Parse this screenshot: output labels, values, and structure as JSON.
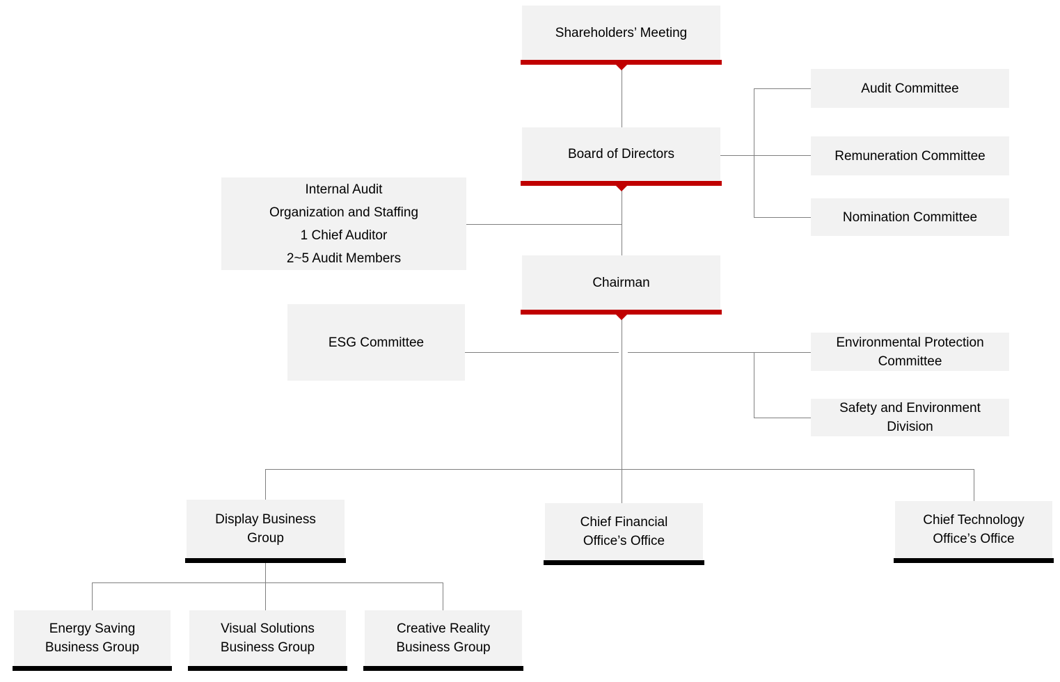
{
  "colors": {
    "box_background": "#f2f2f2",
    "red_bar": "#c00000",
    "black_bar": "#000000",
    "connector_line": "#7f7f7f",
    "text": "#000000"
  },
  "nodes": {
    "shareholders": {
      "label": "Shareholders’ Meeting"
    },
    "board": {
      "label": "Board of Directors"
    },
    "audit_committee": {
      "label": "Audit Committee"
    },
    "remuneration_committee": {
      "label": "Remuneration Committee"
    },
    "nomination_committee": {
      "label": "Nomination Committee"
    },
    "internal_audit": {
      "line1": "Internal Audit",
      "line2": "Organization and Staffing",
      "line3": "1 Chief Auditor",
      "line4": "2~5 Audit Members"
    },
    "chairman": {
      "label": "Chairman"
    },
    "esg_committee": {
      "label": "ESG Committee"
    },
    "env_protection": {
      "line1": "Environmental Protection",
      "line2": "Committee"
    },
    "safety_env": {
      "line1": "Safety and Environment",
      "line2": "Division"
    },
    "display_bg": {
      "line1": "Display Business",
      "line2": "Group"
    },
    "cfo_office": {
      "line1": "Chief Financial",
      "line2": "Office’s Office"
    },
    "cto_office": {
      "line1": "Chief Technology",
      "line2": "Office’s Office"
    },
    "energy_saving_bg": {
      "line1": "Energy Saving",
      "line2": "Business Group"
    },
    "visual_solutions_bg": {
      "line1": "Visual Solutions",
      "line2": "Business Group"
    },
    "creative_reality_bg": {
      "line1": "Creative Reality",
      "line2": "Business Group"
    }
  }
}
